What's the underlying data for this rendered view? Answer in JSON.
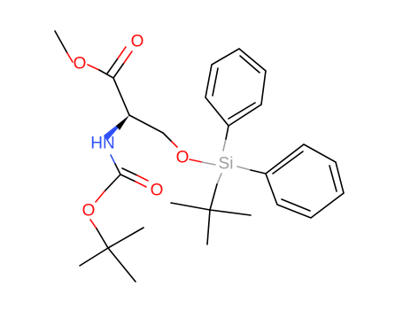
{
  "molecule": {
    "labels": {
      "ester_carbonyl_o": "O",
      "ester_methoxy_o": "O",
      "nh": "HN",
      "boc_carbonyl_o": "O",
      "boc_ester_o": "O",
      "silyl_ether_o": "O",
      "silicon": "Si"
    },
    "colors": {
      "bond": "#000000",
      "oxygen": "#ff0d0d",
      "nitrogen": "#3050f8",
      "silicon": "#a0a0a0"
    }
  }
}
